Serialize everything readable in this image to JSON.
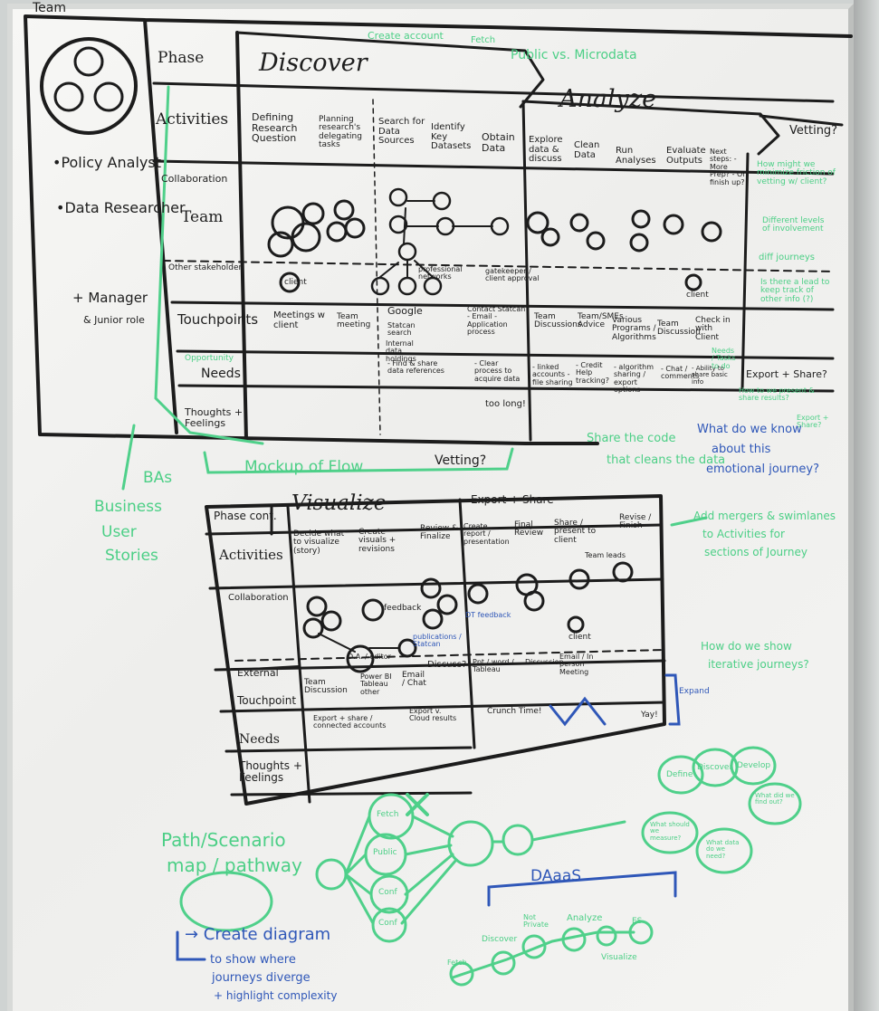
{
  "left_column": {
    "team_label": "Team",
    "roles": [
      "•Policy Analyst",
      "•Data Researcher",
      "+ Manager",
      "& Junior role"
    ]
  },
  "top_table": {
    "phase_label": "Phase",
    "discover": "Discover",
    "analyze": "Analyze",
    "vetting": "Vetting?",
    "rows": [
      "Activities",
      "Collaboration",
      "Team",
      "Other stakeholder",
      "Touchpoints",
      "Needs",
      "Thoughts + Feelings"
    ],
    "opportunity_label": "Opportunity",
    "activities": [
      "Defining Research Question",
      "Planning research's delegating tasks",
      "Search for Data Sources",
      "Identify Key Datasets",
      "Obtain Data",
      "Explore data & discuss",
      "Clean Data",
      "Run Analyses",
      "Evaluate Outputs",
      "Next steps: - More Prep? - Or finish up?"
    ],
    "client_labels": [
      "client",
      "client"
    ],
    "stakeholder_notes": [
      "professional networks",
      "gatekeeper / client approval"
    ],
    "touchpoints": [
      "Meetings w client",
      "Team meeting",
      "Google",
      "Statcan search",
      "Internal data holdings",
      "Contact Statcan - Email - Application process",
      "Team Discussions",
      "Team/SMEs Advice",
      "Various Programs / Algorithms",
      "Team Discussion",
      "Check in with Client"
    ],
    "needs": [
      "- Find & share data references",
      "- Clear process to acquire data",
      "- linked accounts - file sharing",
      "- Credit Help tracking?",
      "- algorithm sharing / export options",
      "- Chat / comments",
      "- Ability to share basic info",
      "Export + Share?"
    ],
    "feelings": [
      "too long!"
    ]
  },
  "bottom_table": {
    "vetting": "Vetting?",
    "phase_cont": "Phase cont.",
    "visualize": "Visualize",
    "export_share": "Export + Share",
    "rows": [
      "Activities",
      "Collaboration",
      "External",
      "Touchpoint",
      "Needs",
      "Thoughts + Feelings"
    ],
    "activities": [
      "Decide what to visualize (story)",
      "Create visuals + revisions",
      "Review & Finalize",
      "Create report / presentation",
      "Final Review",
      "Share / present to client",
      "Revise / Finish"
    ],
    "collab_notes": [
      "feedback",
      "Team leads",
      "client",
      "D.A. / editor",
      "publications / Statcan",
      "DT feedback"
    ],
    "touchpoints": [
      "Team Discussion",
      "Power BI Tableau other",
      "Email / Chat",
      "Discuss?",
      "Ppt / word / Tableau",
      "Discussion",
      "Email / In person Meeting"
    ],
    "needs": [
      "Export + share / connected accounts",
      "Export v. Cloud results",
      "Crunch Time!"
    ],
    "expand": "Expand",
    "yay": "Yay!"
  },
  "green_notes": {
    "top": [
      "Create account",
      "Fetch",
      "Public vs. Microdata"
    ],
    "mockup": "Mockup of Flow",
    "bas": [
      "BAs",
      "Business",
      "User",
      "Stories"
    ],
    "right": [
      "How might we minimize friction of vetting w/ client?",
      "Different levels of involvement",
      "diff journeys",
      "Is there a lead to keep track of other info (?)",
      "Needs / Tasks to do",
      "How to we present & share results?",
      "Export + Share?"
    ],
    "share_tools": [
      "Share the code",
      "that cleans the data"
    ],
    "add_mergers": [
      "Add mergers & swimlanes",
      "to Activities for",
      "sections of Journey"
    ],
    "iterative": [
      "How do we show",
      "iterative journeys?"
    ],
    "circles": [
      "Define",
      "Discover",
      "Develop"
    ],
    "bubbles": [
      "What should we measure?",
      "What data do we need?",
      "What did we find out?"
    ],
    "path": [
      "Path/Scenario",
      "map / pathway"
    ],
    "path_nodes": [
      "Fetch",
      "Public",
      "Conf",
      "Conf"
    ]
  },
  "blue_notes": {
    "question": [
      "What do we know",
      "about this",
      "emotional journey?"
    ],
    "create_diagram": [
      "→ Create diagram",
      "to show where",
      "journeys diverge",
      "+ highlight complexity"
    ],
    "daaas": "DAaaS",
    "flow": [
      "Fetch",
      "Discover",
      "Not Private",
      "Analyze",
      "ES",
      "Visualize"
    ]
  }
}
